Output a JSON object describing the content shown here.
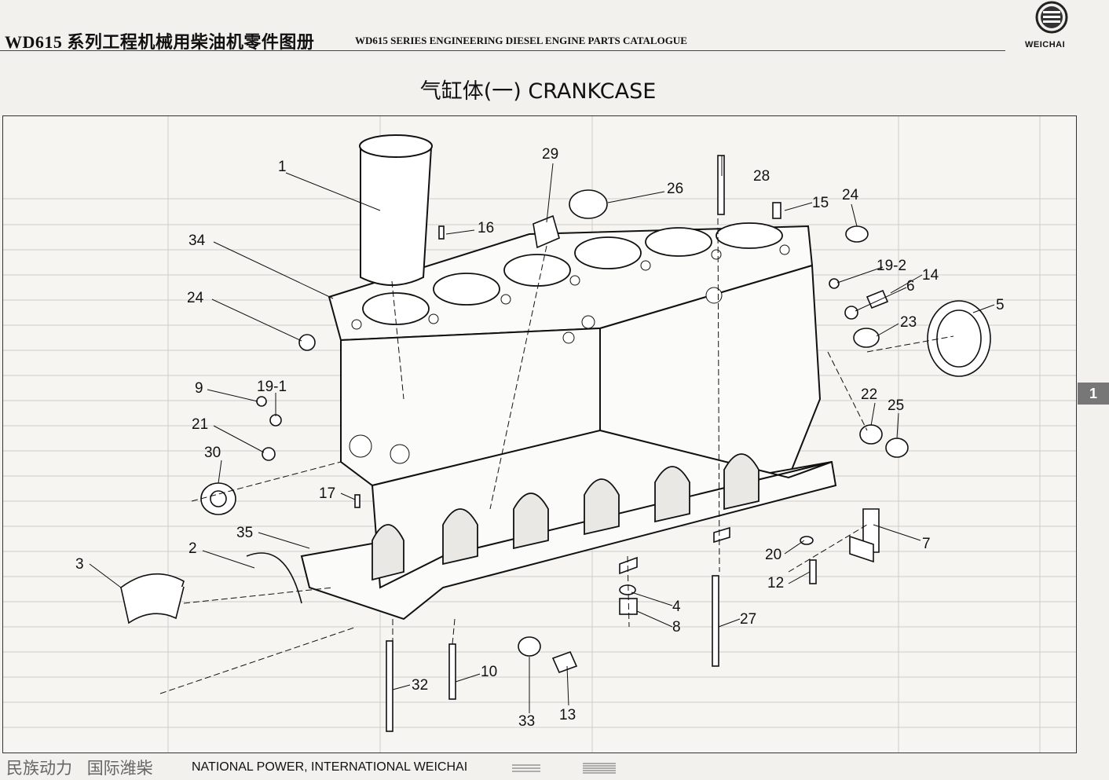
{
  "header": {
    "title_cn": "WD615 系列工程机械用柴油机零件图册",
    "title_en": "WD615 SERIES ENGINEERING DIESEL ENGINE PARTS CATALOGUE",
    "logo_text": "WEICHAI"
  },
  "page_title": "气缸体(一) CRANKCASE",
  "section_tab": "1",
  "diagram": {
    "callouts": [
      "1",
      "2",
      "3",
      "4",
      "5",
      "6",
      "7",
      "8",
      "9",
      "10",
      "12",
      "13",
      "14",
      "15",
      "16",
      "17",
      "19-1",
      "19-2",
      "20",
      "21",
      "22",
      "23",
      "24",
      "24",
      "25",
      "26",
      "27",
      "28",
      "29",
      "30",
      "32",
      "33",
      "34",
      "35"
    ]
  },
  "footer": {
    "slogan_cn_1": "民族动力",
    "slogan_cn_2": "国际潍柴",
    "slogan_en": "NATIONAL POWER, INTERNATIONAL WEICHAI"
  },
  "colors": {
    "ink": "#111111",
    "paper": "#f6f5f2",
    "tab": "#777777"
  }
}
